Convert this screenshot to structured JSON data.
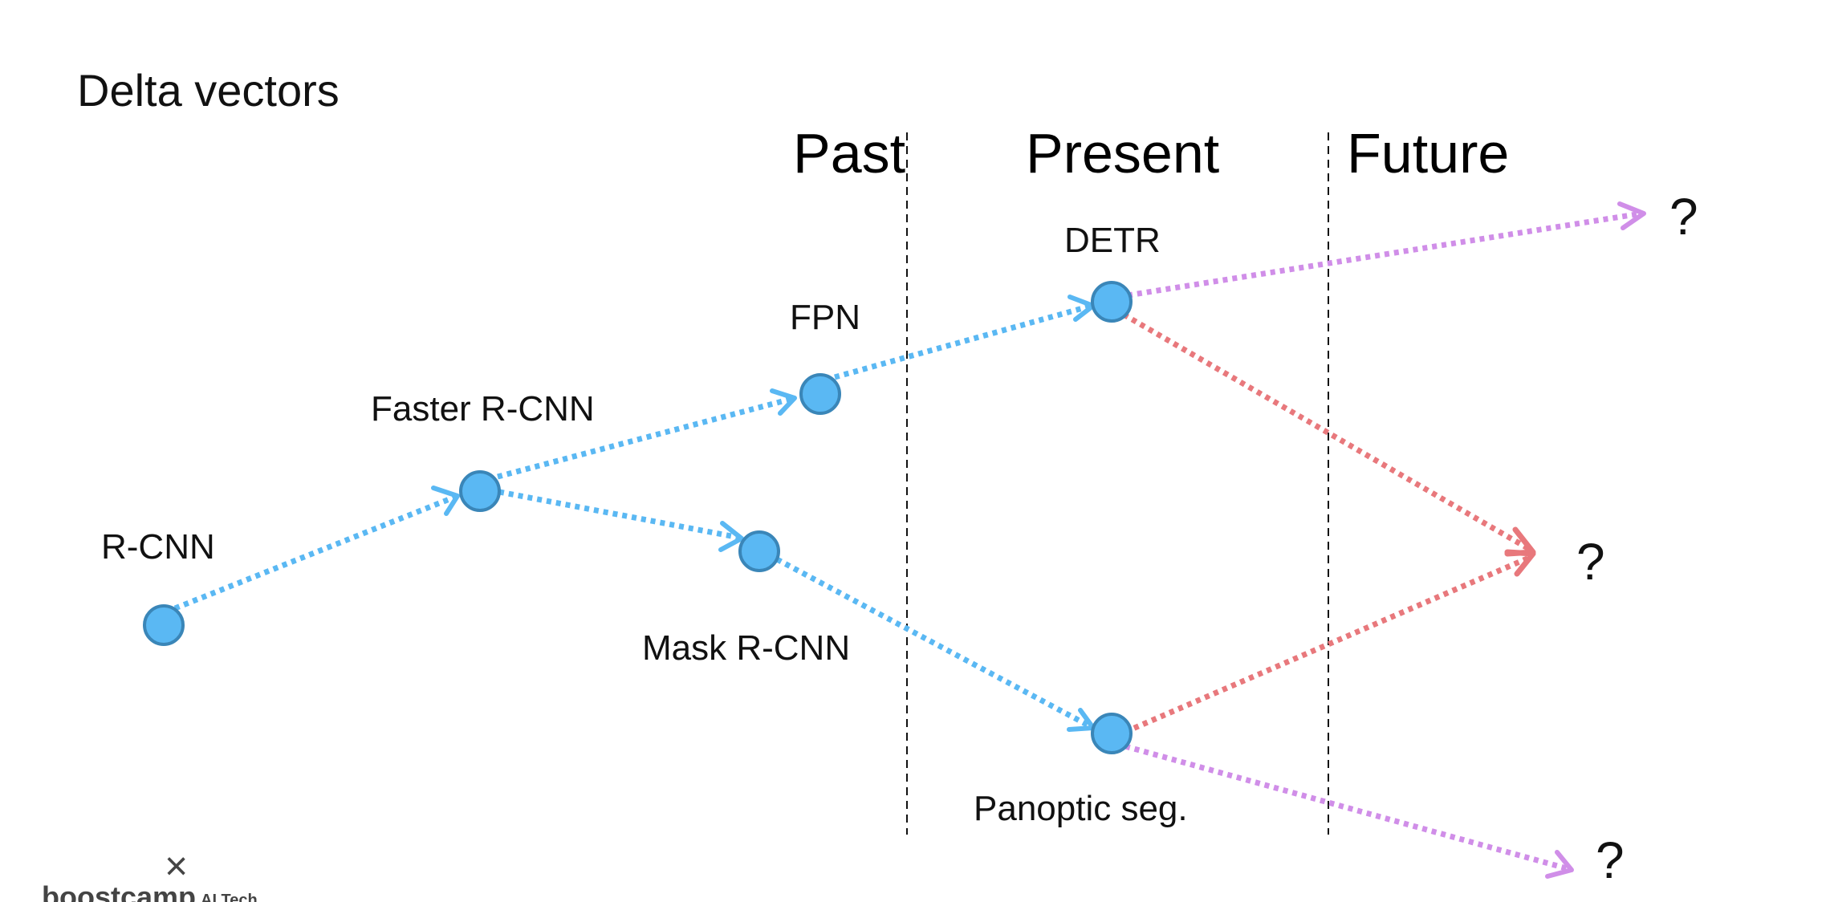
{
  "slide": {
    "title": "Delta vectors"
  },
  "columns": {
    "past": "Past",
    "present": "Present",
    "future": "Future"
  },
  "nodes": {
    "rcnn": "R-CNN",
    "faster_rcnn": "Faster R-CNN",
    "fpn": "FPN",
    "mask_rcnn": "Mask R-CNN",
    "detr": "DETR",
    "panoptic": "Panoptic seg."
  },
  "unknowns": {
    "top": "?",
    "middle": "?",
    "bottom": "?"
  },
  "footer": {
    "logo": "boostcamp",
    "logo_sub": "AI Tech",
    "close_symbol": "×"
  },
  "colors": {
    "node_fill": "#5ab8f3",
    "node_stroke": "#3a86b8",
    "blue_arrow": "#5ab8f3",
    "red_arrow": "#e8787c",
    "purple_arrow": "#d08ee8",
    "divider": "#111111"
  }
}
